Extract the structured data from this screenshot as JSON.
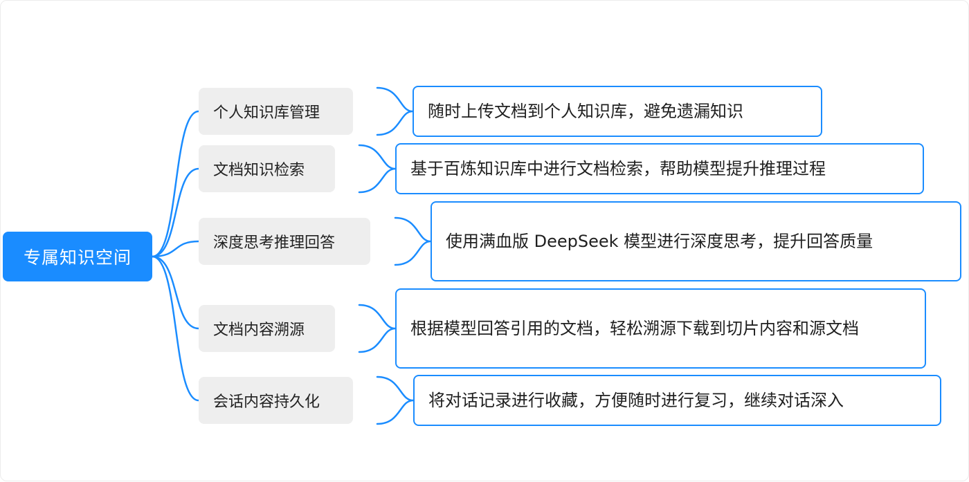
{
  "root": {
    "label": "专属知识空间"
  },
  "branches": [
    {
      "label": "个人知识库管理",
      "detail": "随时上传文档到个人知识库，避免遗漏知识"
    },
    {
      "label": "文档知识检索",
      "detail": "基于百炼知识库中进行文档检索，帮助模型提升推理过程"
    },
    {
      "label": "深度思考推理回答",
      "detail": "使用满血版 DeepSeek 模型进行深度思考，提升回答质量"
    },
    {
      "label": "文档内容溯源",
      "detail": "根据模型回答引用的文档，轻松溯源下载到切片内容和源文档"
    },
    {
      "label": "会话内容持久化",
      "detail": "将对话记录进行收藏，方便随时进行复习，继续对话深入"
    }
  ],
  "colors": {
    "accent": "#1a8cff",
    "branch_bg": "#eeeeee"
  }
}
